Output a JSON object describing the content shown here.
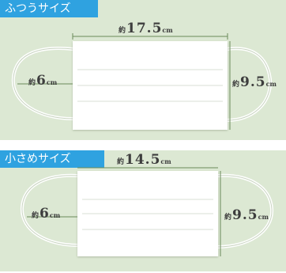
{
  "sections": [
    {
      "tag": "ふつうサイズ",
      "width": {
        "prefix": "約",
        "value": "17.5",
        "unit": "cm"
      },
      "ear": {
        "prefix": "約",
        "value": "6",
        "unit": "cm"
      },
      "height": {
        "prefix": "約",
        "value": "9.5",
        "unit": "cm"
      }
    },
    {
      "tag": "小さめサイズ",
      "width": {
        "prefix": "約",
        "value": "14.5",
        "unit": "cm"
      },
      "ear": {
        "prefix": "約",
        "value": "6",
        "unit": "cm"
      },
      "height": {
        "prefix": "約",
        "value": "9.5",
        "unit": "cm"
      }
    }
  ],
  "colors": {
    "panel": "#dce8d3",
    "tag": "#2fa2e0",
    "line": "#6a8a5a",
    "mask": "#ffffff"
  }
}
